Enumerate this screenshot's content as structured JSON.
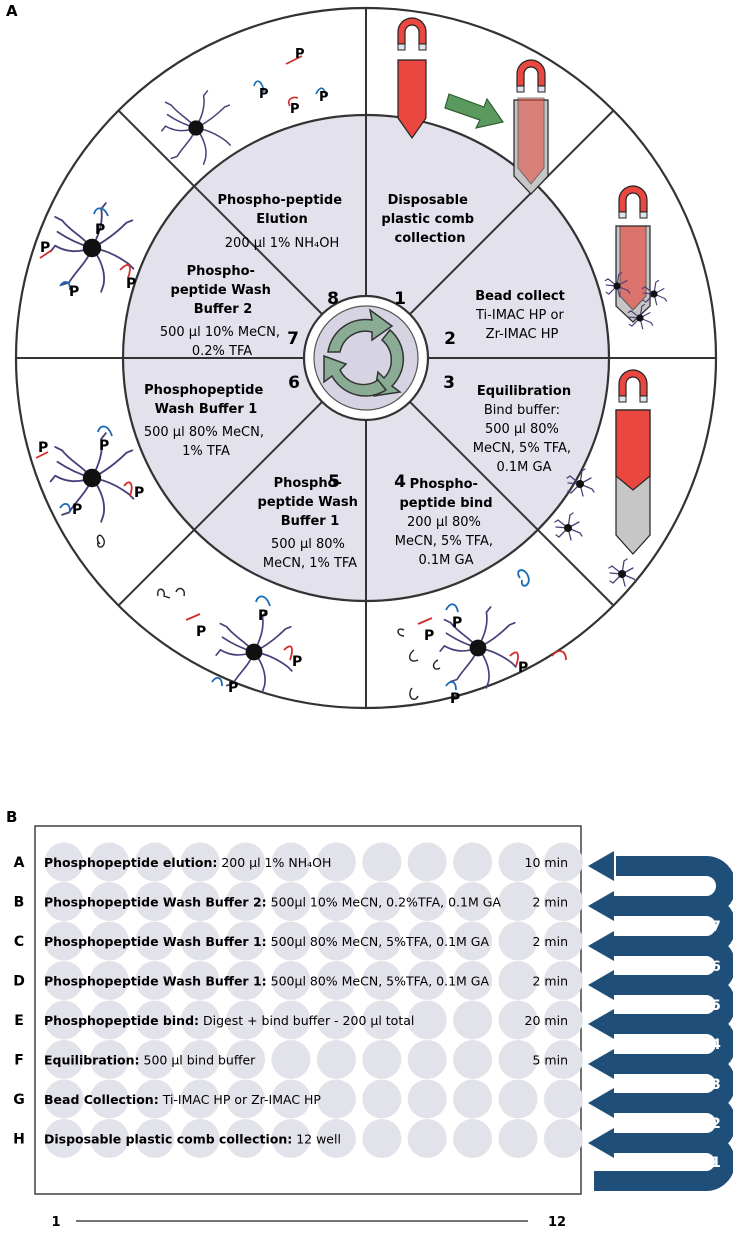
{
  "panelA": {
    "label": "A",
    "segments": [
      {
        "number": "1",
        "title": [
          "Disposable",
          "plastic comb",
          "collection"
        ],
        "detail": []
      },
      {
        "number": "2",
        "title": [
          "Bead collect"
        ],
        "detail": [
          "Ti-IMAC HP or",
          "Zr-IMAC HP"
        ]
      },
      {
        "number": "3",
        "title": [
          "Equilibration"
        ],
        "detail": [
          "Bind buffer:",
          "500 µl 80%",
          "MeCN, 5% TFA,",
          "0.1M GA"
        ]
      },
      {
        "number": "4",
        "title": [
          "Phospho-",
          "peptide bind"
        ],
        "detail": [
          "200 µl 80%",
          "MeCN, 5% TFA,",
          "0.1M GA"
        ]
      },
      {
        "number": "5",
        "title": [
          "Phospho-",
          "peptide Wash",
          "Buffer 1"
        ],
        "detail": [
          "500 µl 80%",
          "MeCN, 1% TFA"
        ]
      },
      {
        "number": "6",
        "title": [
          "Phosphopeptide",
          "Wash Buffer 1"
        ],
        "detail": [
          "500 µl 80% MeCN,",
          "1% TFA"
        ]
      },
      {
        "number": "7",
        "title": [
          "Phospho-",
          "peptide Wash",
          "Buffer 2"
        ],
        "detail": [
          "500 µl 10% MeCN,",
          "0.2% TFA"
        ]
      },
      {
        "number": "8",
        "title": [
          "Phospho-peptide",
          "Elution"
        ],
        "detail": [
          "200 µl 1% NH₄OH"
        ]
      }
    ],
    "phospho_mark": "P",
    "icons": [
      "magnet-icon",
      "comb-tip-icon",
      "green-arrow-icon",
      "bead-icon",
      "peptide-icon",
      "recycle-icon"
    ]
  },
  "panelB": {
    "label": "B",
    "rows": [
      {
        "letter": "A",
        "bold": "Phosphopeptide elution:",
        "text": " 200 µl 1% NH₄OH",
        "time": "10 min"
      },
      {
        "letter": "B",
        "bold": "Phosphopeptide Wash Buffer 2:",
        "text": " 500µl 10% MeCN, 0.2%TFA, 0.1M GA",
        "time": "2 min"
      },
      {
        "letter": "C",
        "bold": "Phosphopeptide Wash Buffer 1:",
        "text": " 500µl 80% MeCN, 5%TFA, 0.1M GA",
        "time": "2 min"
      },
      {
        "letter": "D",
        "bold": "Phosphopeptide Wash Buffer 1:",
        "text": " 500µl 80% MeCN, 5%TFA, 0.1M GA",
        "time": "2 min"
      },
      {
        "letter": "E",
        "bold": "Phosphopeptide bind:",
        "text": " Digest + bind buffer - 200 µl total",
        "time": "20 min"
      },
      {
        "letter": "F",
        "bold": "Equilibration:",
        "text": " 500 µl bind buffer",
        "time": "5 min"
      },
      {
        "letter": "G",
        "bold": "Bead Collection:",
        "text": " Ti-IMAC HP or Zr-IMAC HP",
        "time": ""
      },
      {
        "letter": "H",
        "bold": "Disposable plastic comb collection:",
        "text": " 12 well",
        "time": ""
      }
    ],
    "columns_start": "1",
    "columns_end": "12",
    "column_count": 12,
    "arrow_numbers": [
      "1",
      "2",
      "3",
      "4",
      "5",
      "6",
      "7"
    ]
  },
  "colors": {
    "ring_outer": "#ffffff",
    "ring_inner": "#e2e1ec",
    "magnet_red": "#e9473f",
    "green_arrow": "#5b9a5e",
    "serpentine_blue": "#1f4e79",
    "well_gray": "#e2e2ea",
    "bead_strand": "#4a3f79",
    "strand_red": "#d22d2d",
    "strand_blue": "#1a6bb5",
    "recycle_green": "#8aab94"
  }
}
